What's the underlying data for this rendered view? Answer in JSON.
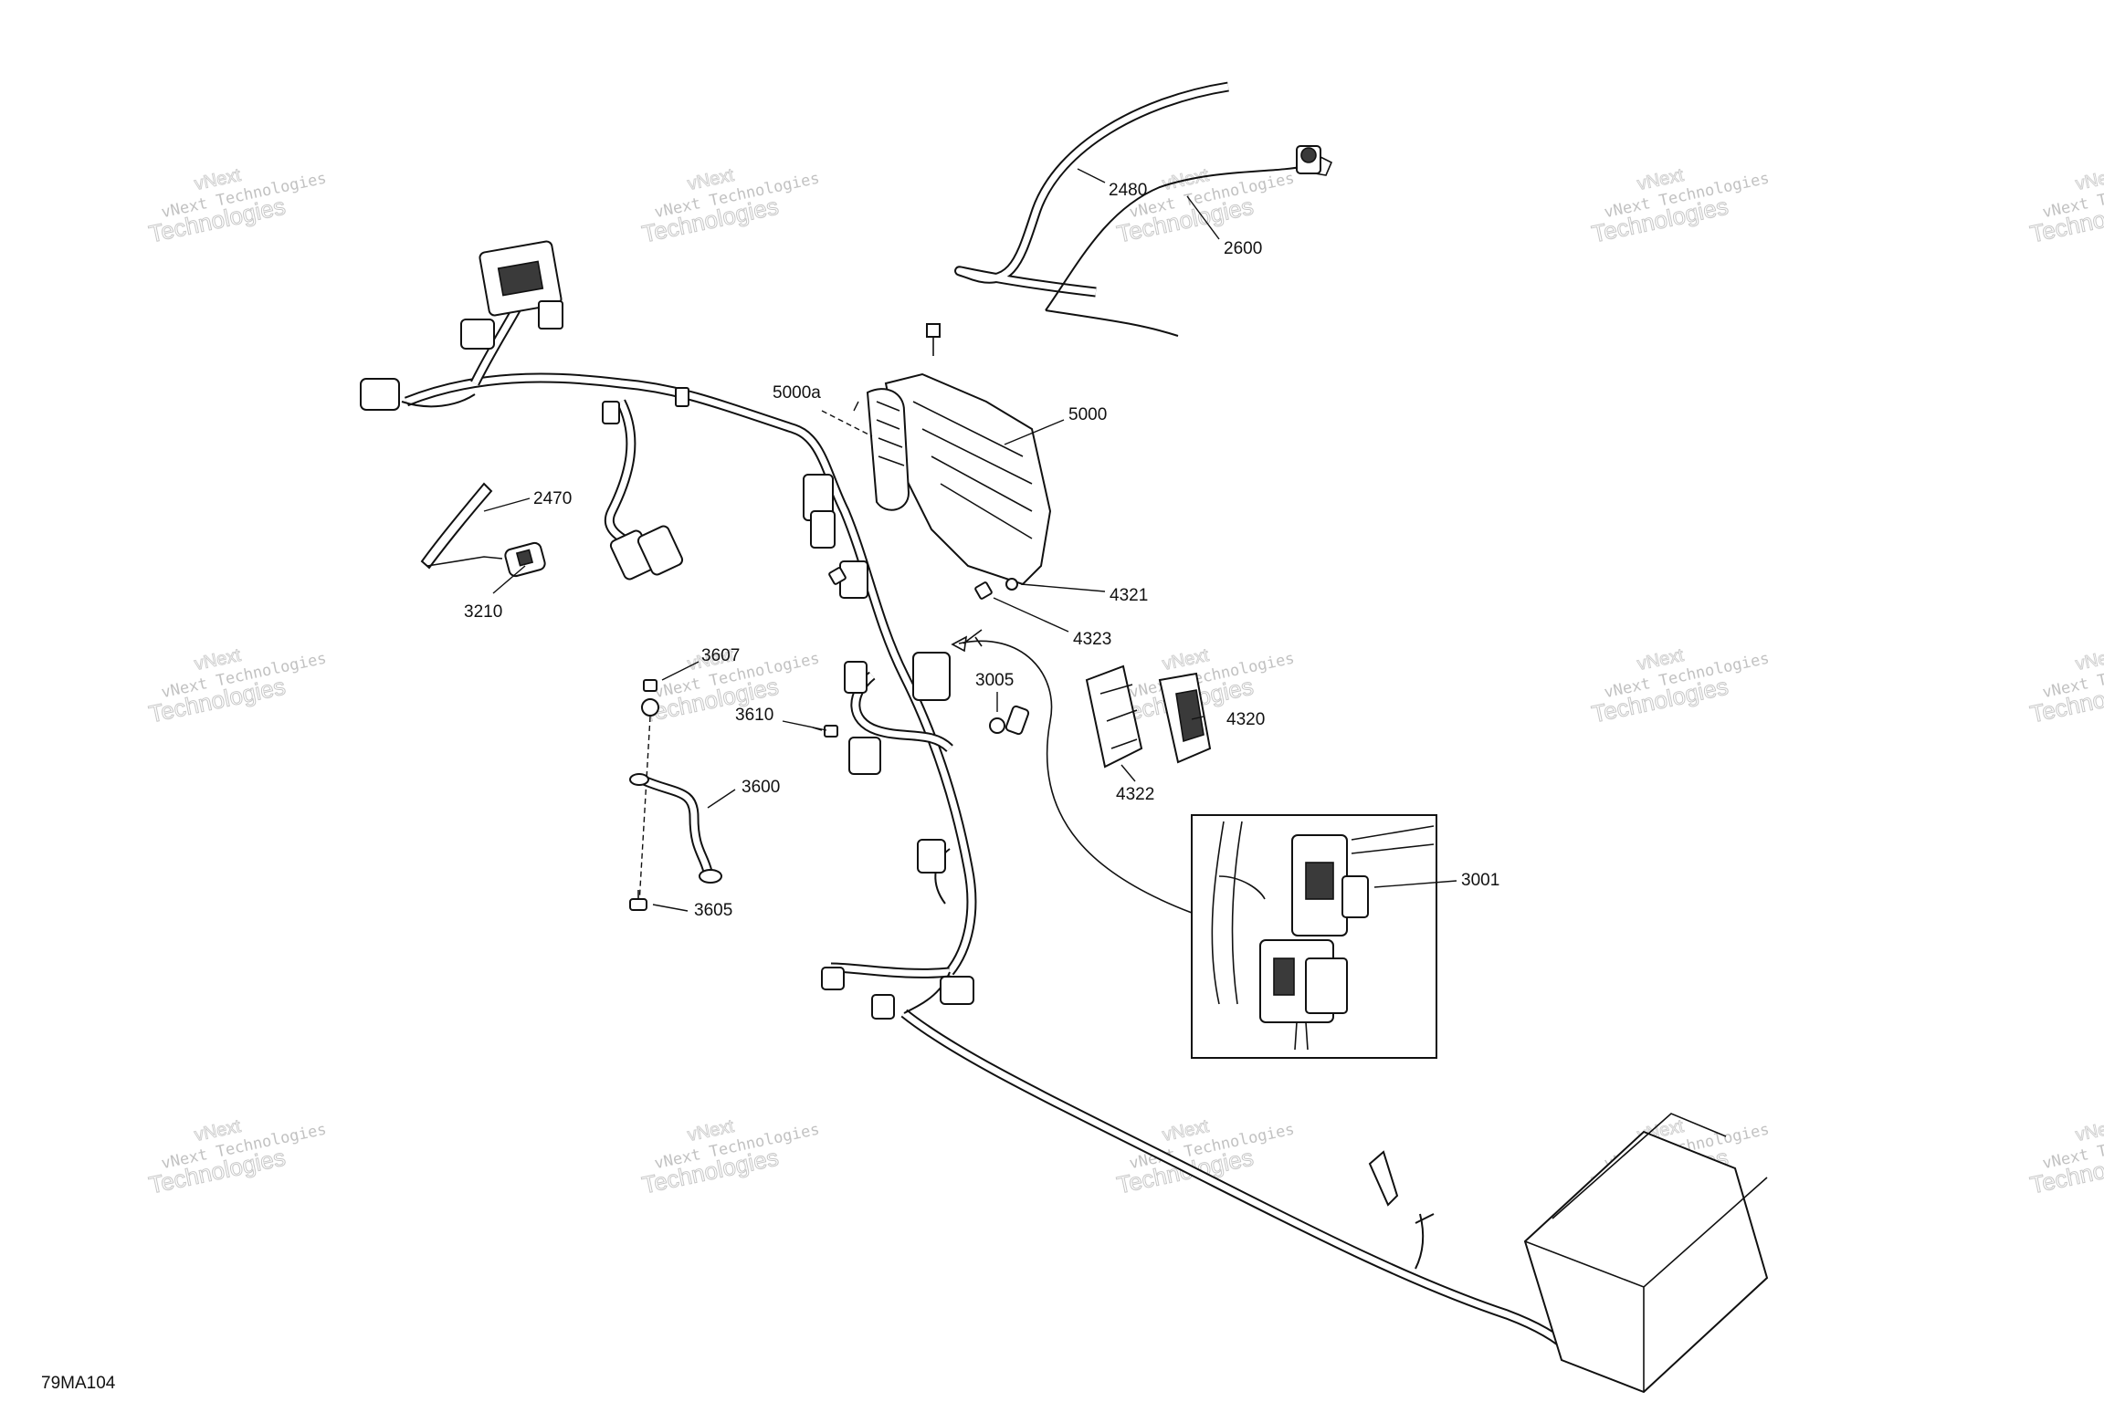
{
  "diagram": {
    "drawing_code": "79MA104",
    "watermark": {
      "line1": "vNext Technologies",
      "line2": "Technologies",
      "top": "vNext"
    },
    "callouts": {
      "c2480": "2480",
      "c2600": "2600",
      "c5000a": "5000a",
      "c5000": "5000",
      "c2470": "2470",
      "c3210": "3210",
      "c4321": "4321",
      "c4323": "4323",
      "c3607": "3607",
      "c3610": "3610",
      "c3005": "3005",
      "c4320": "4320",
      "c4322": "4322",
      "c3600": "3600",
      "c3605": "3605",
      "c3001": "3001"
    }
  }
}
